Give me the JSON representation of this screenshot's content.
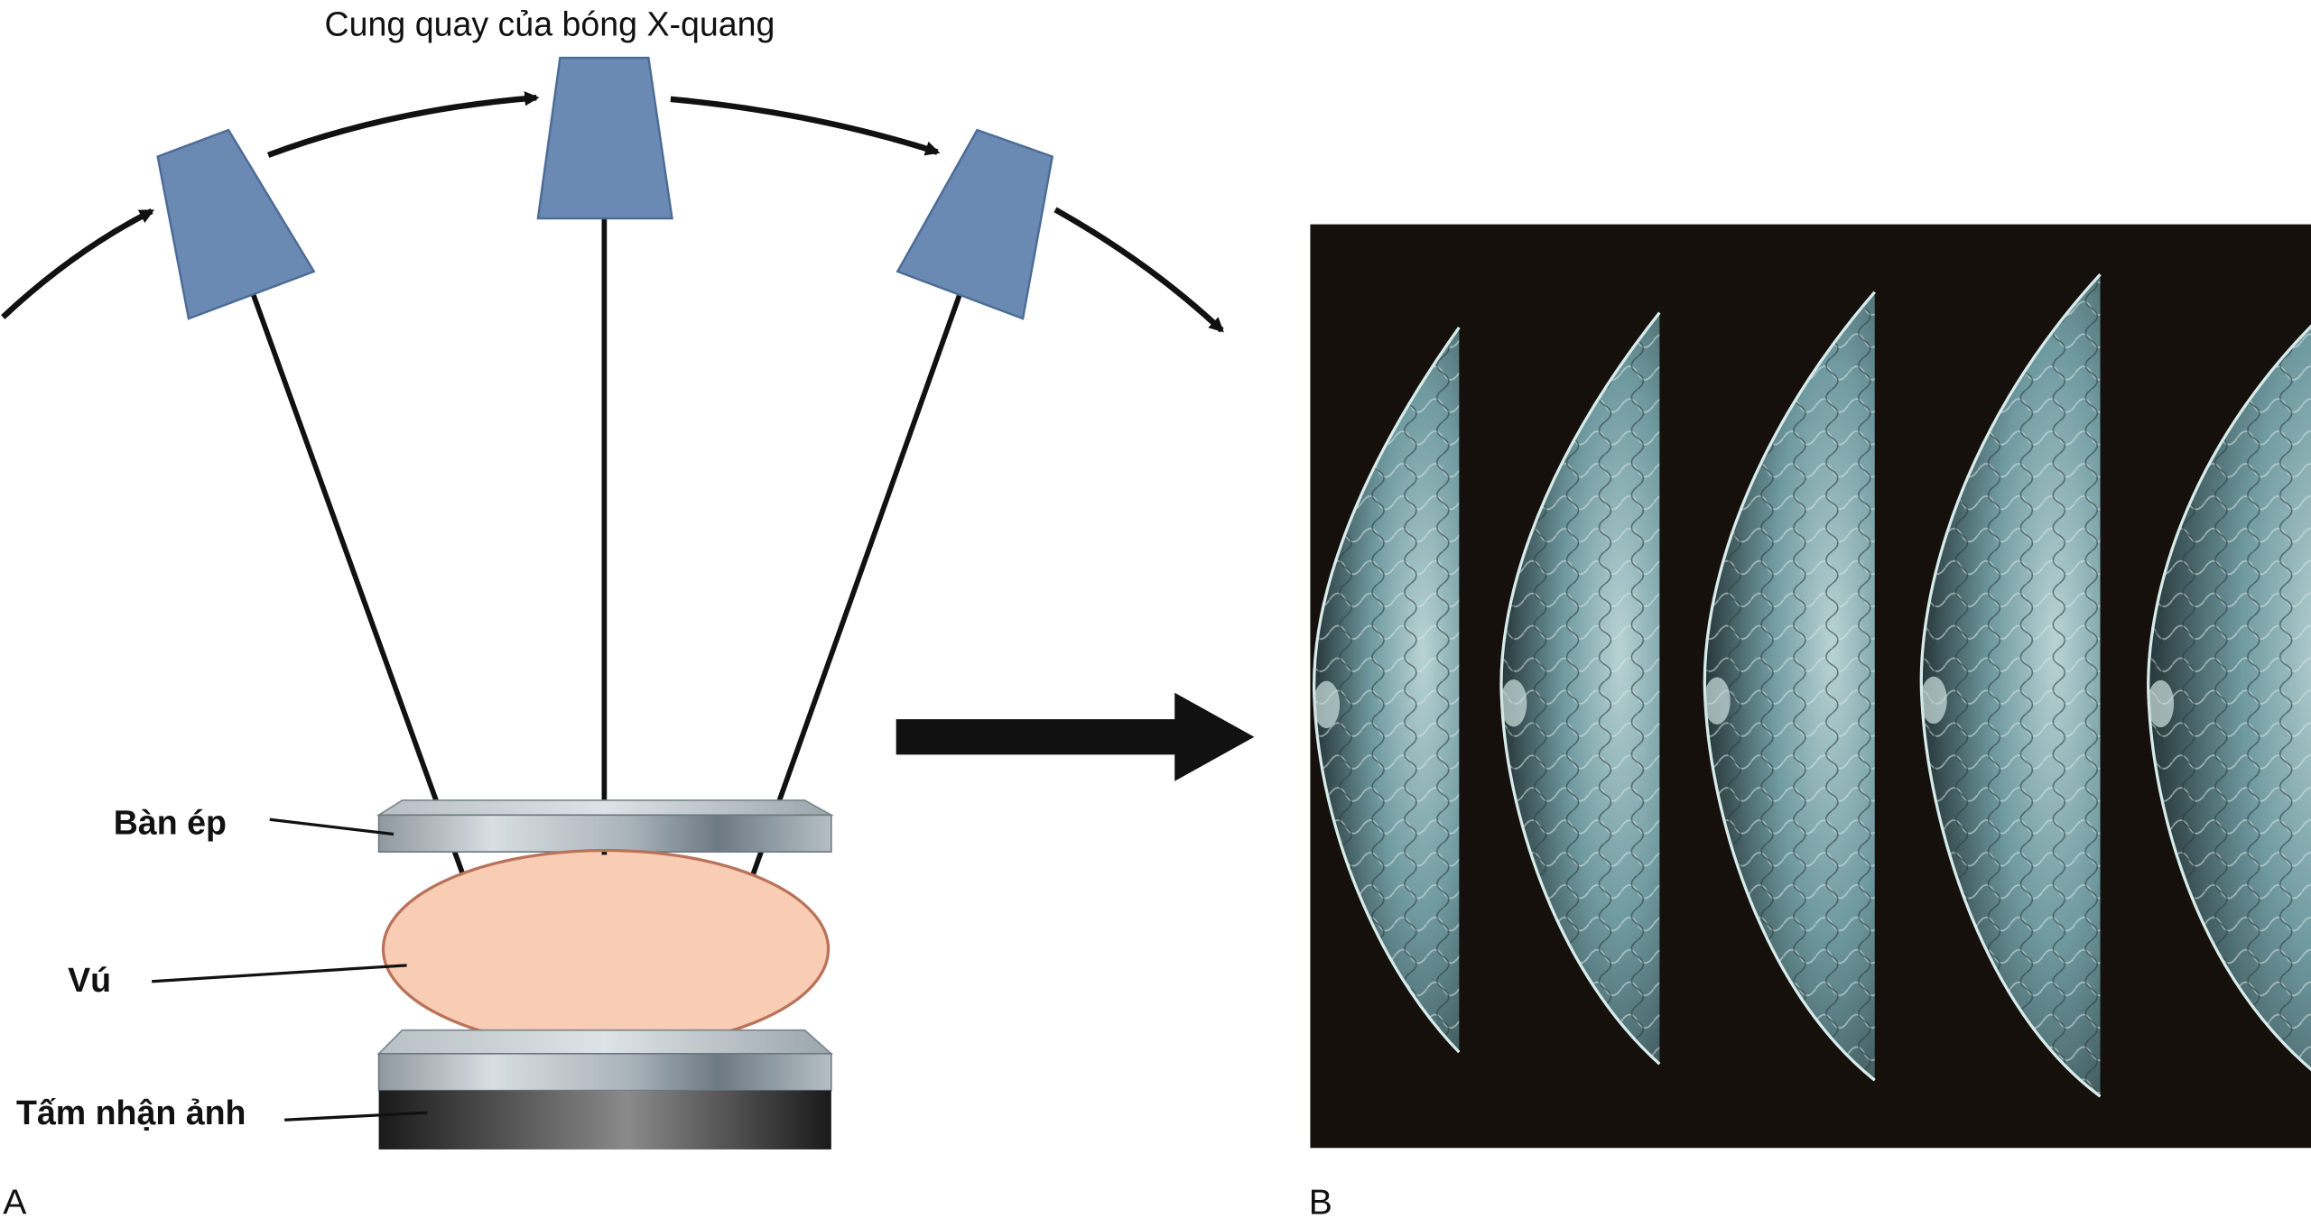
{
  "diagram": {
    "title": "Cung quay của bóng X-quang",
    "labels": {
      "compression_plate": "Bàn ép",
      "breast": "Vú",
      "detector": "Tấm nhận ảnh"
    },
    "panels": {
      "a": "A",
      "b": "B"
    },
    "image_slice_count": 5
  },
  "colors": {
    "tube": "#6a89b3",
    "tube_edge": "#4c6c96",
    "breast": "#f9ccb4",
    "breast_edge": "#b9735a",
    "plate": "#a9b3b9",
    "detector": "#222222",
    "image_bg": "#15100c",
    "tissue": "#7fa6ad",
    "arrow": "#111111"
  }
}
